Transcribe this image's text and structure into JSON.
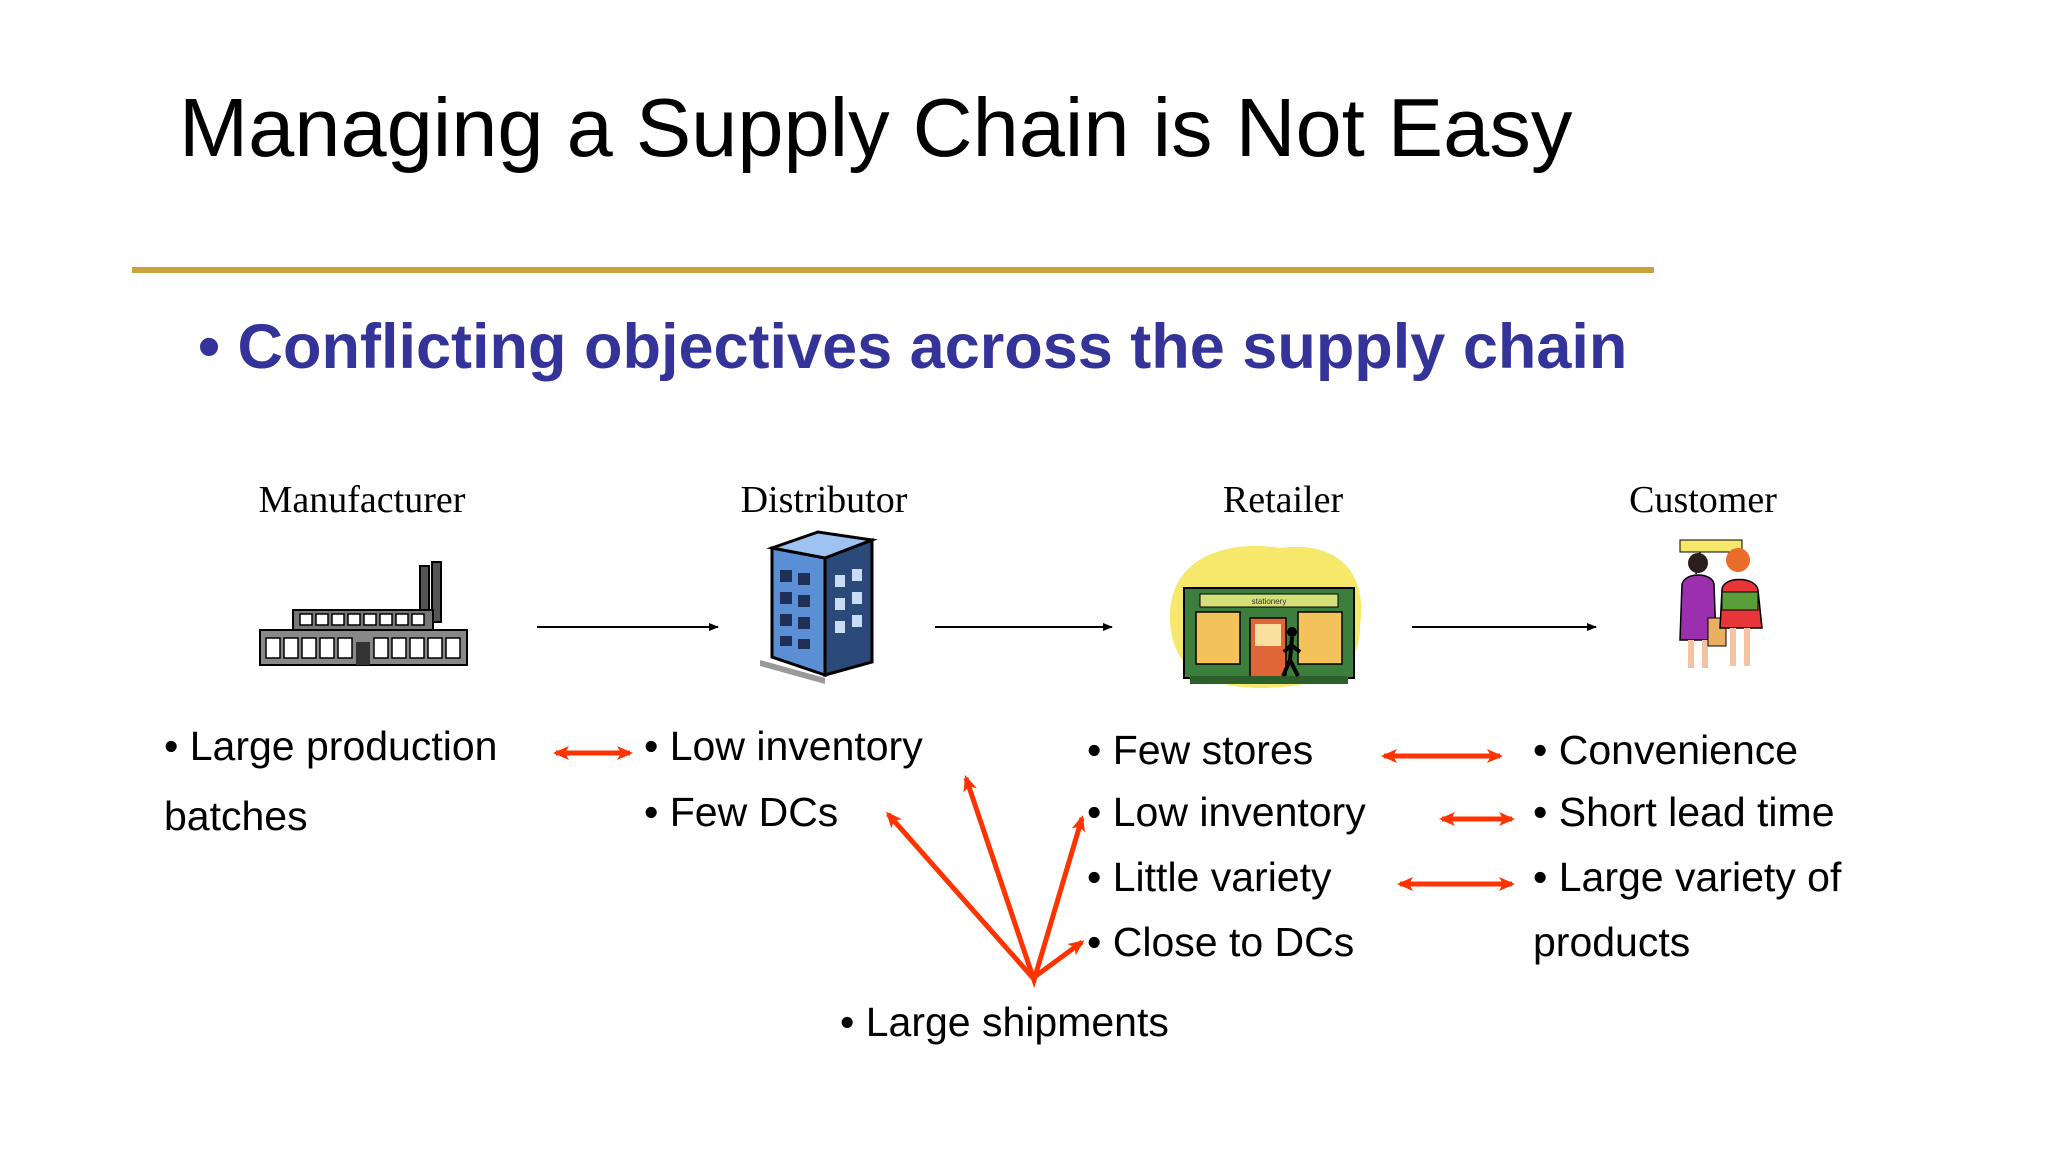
{
  "title": "Managing a Supply Chain is Not Easy",
  "subtitle": "•  Conflicting objectives across the supply chain",
  "stages": {
    "manufacturer": "Manufacturer",
    "distributor": "Distributor",
    "retailer": "Retailer",
    "customer": "Customer"
  },
  "icon_text": {
    "store_sign": "stationery"
  },
  "manufacturer_items": {
    "line1": "•  Large production",
    "line2": "batches"
  },
  "distributor_items": [
    "•  Low inventory",
    "•  Few DCs"
  ],
  "retailer_items": [
    "•  Few stores",
    "•  Low inventory",
    "•  Little variety",
    "•  Close to DCs"
  ],
  "customer_items": {
    "convenience": "•  Convenience",
    "lead_time": "•  Short lead time",
    "variety_line1": "•  Large variety of",
    "variety_line2": "products"
  },
  "shared_item": "•  Large shipments",
  "colors": {
    "title_rule": "#c9a43c",
    "subtitle": "#33339a",
    "conflict_arrow": "#ff3300"
  },
  "icons": [
    "factory-icon",
    "office-building-icon",
    "store-icon",
    "shoppers-icon"
  ]
}
